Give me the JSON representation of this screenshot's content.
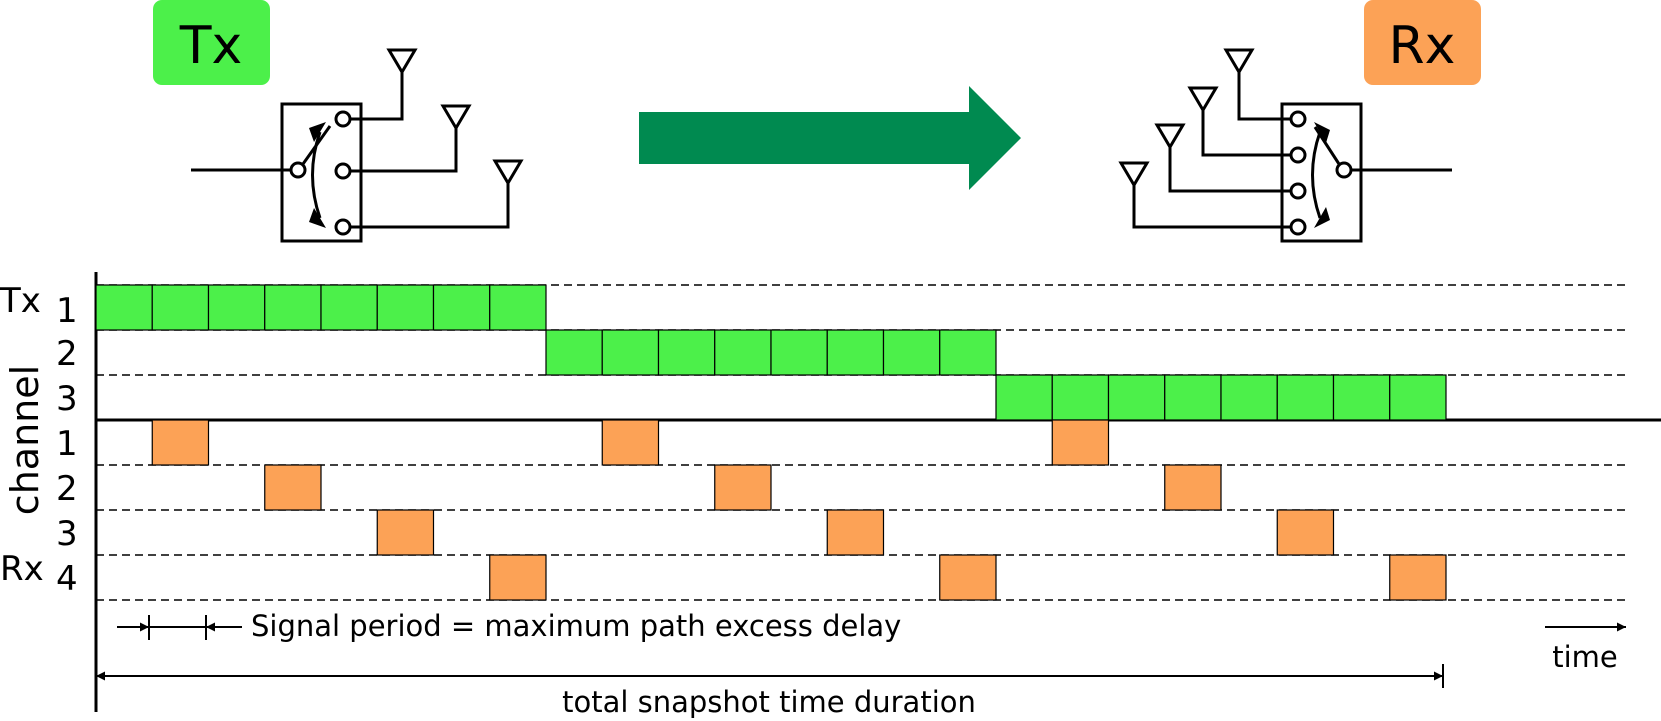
{
  "badges": {
    "tx": {
      "label": "Tx",
      "color": "#4cf04a"
    },
    "rx": {
      "label": "Rx",
      "color": "#fca256"
    }
  },
  "arrow_color": "#008a50",
  "axis": {
    "channel_label": "channel",
    "channel_label_color": "#666666",
    "tx_label": "Tx",
    "rx_label": "Rx",
    "tx_channels": [
      "1",
      "2",
      "3"
    ],
    "rx_channels": [
      "1",
      "2",
      "3",
      "4"
    ],
    "time_label": "time"
  },
  "schedule": {
    "blocks_per_tx_channel": 8,
    "rx_cycles": 3,
    "tx_block_color": "#4cf04a",
    "rx_block_color": "#fca256"
  },
  "annotations": {
    "signal_period": "Signal period = maximum path excess delay",
    "total_duration": "total snapshot time duration"
  }
}
